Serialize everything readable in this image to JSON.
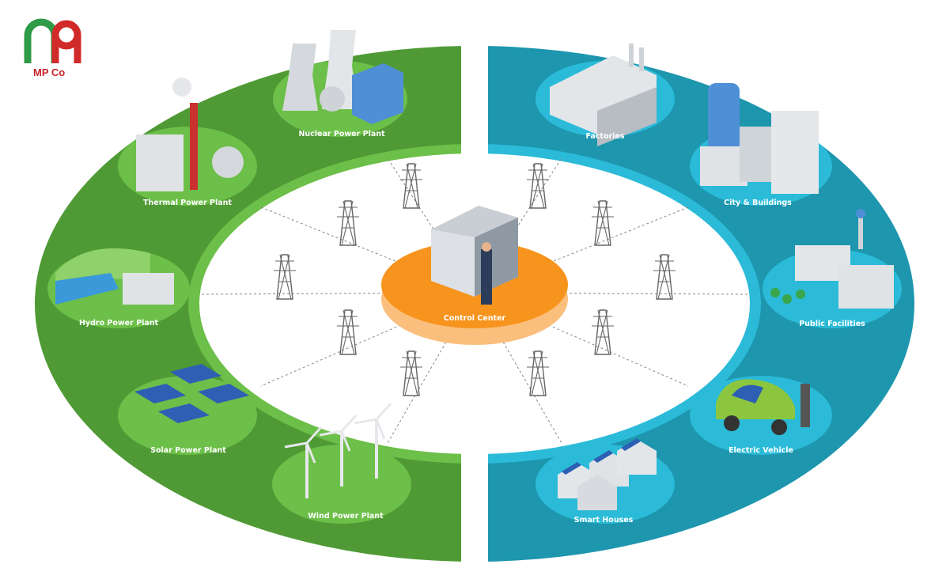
{
  "logo": {
    "text": "MP Co",
    "colors": {
      "green": "#2f9a47",
      "red": "#d12a2a"
    }
  },
  "colors": {
    "supply_dark": "#4f9a35",
    "supply_light": "#6cbf48",
    "demand_dark": "#1d96ae",
    "demand_light": "#2bbbd8",
    "control_center": "#f7941d"
  },
  "center": {
    "label": "Control Center",
    "icon": "server-rack-operator-icon"
  },
  "supply": [
    {
      "label": "Nuclear Power Plant",
      "icon": "nuclear-plant-icon"
    },
    {
      "label": "Thermal Power Plant",
      "icon": "thermal-plant-icon"
    },
    {
      "label": "Hydro Power Plant",
      "icon": "hydro-dam-icon"
    },
    {
      "label": "Solar Power Plant",
      "icon": "solar-panel-icon"
    },
    {
      "label": "Wind Power Plant",
      "icon": "wind-turbine-icon"
    }
  ],
  "demand": [
    {
      "label": "Factories",
      "icon": "factory-icon"
    },
    {
      "label": "City &  Buildings",
      "icon": "city-buildings-icon"
    },
    {
      "label": "Public Facilities",
      "icon": "public-facilities-icon"
    },
    {
      "label": "Electric Vehicle",
      "icon": "electric-car-icon"
    },
    {
      "label": "Smart Houses",
      "icon": "smart-house-icon"
    }
  ]
}
